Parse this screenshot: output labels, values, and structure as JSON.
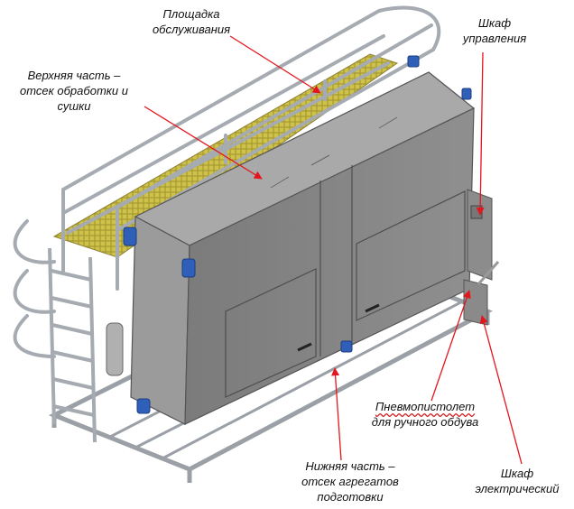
{
  "labels": {
    "platform": [
      "Площадка",
      "обслуживания"
    ],
    "upper": [
      "Верхняя часть –",
      "отсек обработки и",
      "сушки"
    ],
    "control_cabinet": [
      "Шкаф",
      "управления"
    ],
    "pneumogun": [
      "Пневмопистолет",
      "для ручного обдува"
    ],
    "lower": [
      "Нижняя часть –",
      "отсек агрегатов",
      "подготовки"
    ],
    "electric_cabinet": [
      "Шкаф",
      "электрический"
    ]
  },
  "colors": {
    "arrow": "#e3161d",
    "body": "#8a8a8a",
    "body_dark": "#6b6b6b",
    "top": "#a7a7a7",
    "frame": "#b8bcc0",
    "grating": "#cfc24a",
    "motor": "#2f5fb8"
  },
  "icons": [
    "motor-icon",
    "rail-icon",
    "ladder-icon"
  ]
}
